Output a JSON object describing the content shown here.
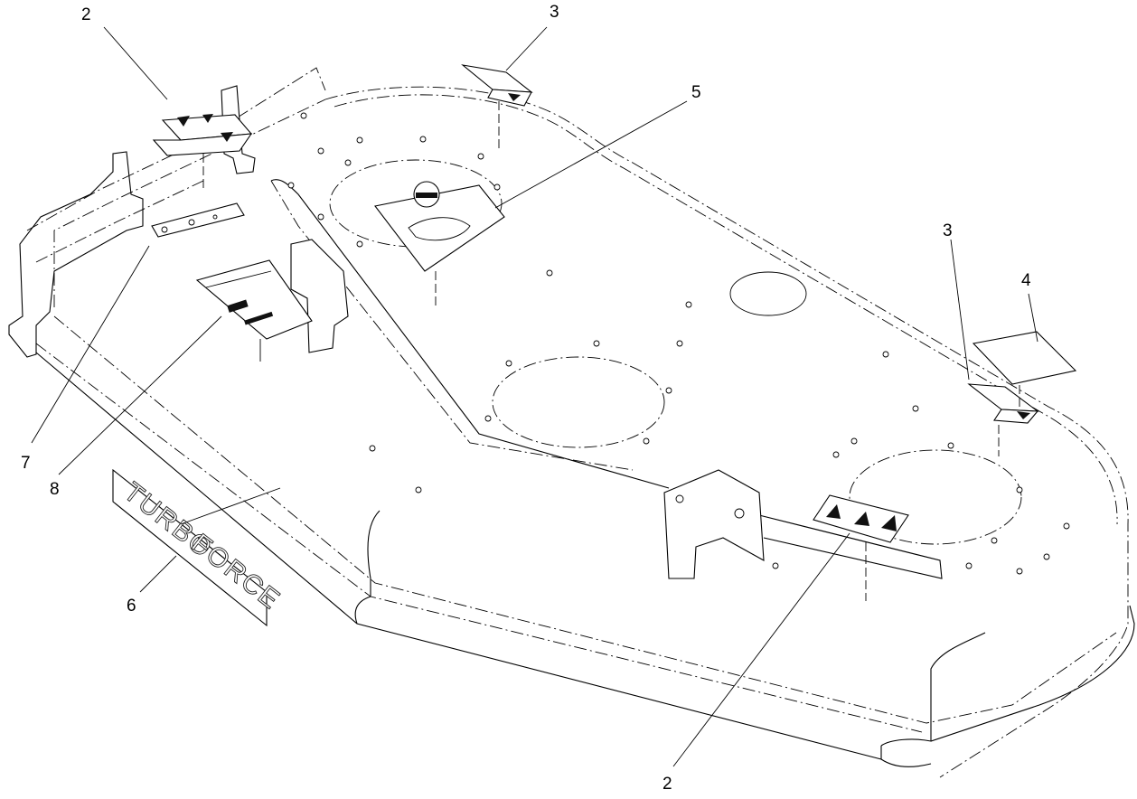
{
  "callouts": [
    {
      "id": "c2a",
      "label": "2"
    },
    {
      "id": "c3a",
      "label": "3"
    },
    {
      "id": "c5",
      "label": "5"
    },
    {
      "id": "c3b",
      "label": "3"
    },
    {
      "id": "c4",
      "label": "4"
    },
    {
      "id": "c7",
      "label": "7"
    },
    {
      "id": "c8",
      "label": "8"
    },
    {
      "id": "c6",
      "label": "6"
    },
    {
      "id": "c2b",
      "label": "2"
    }
  ],
  "turbo_force_decal": {
    "word1": "TURBO",
    "word2": "FORCE"
  }
}
